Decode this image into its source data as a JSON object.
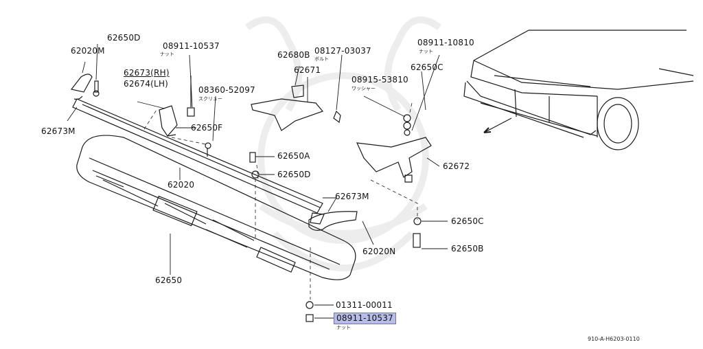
{
  "diagram": {
    "callouts": [
      {
        "id": "62020m",
        "part_no": "62020M"
      },
      {
        "id": "62650d-top",
        "part_no": "62650D"
      },
      {
        "id": "08911-10537-top",
        "part_no": "08911-10537",
        "note": "ナット"
      },
      {
        "id": "62673rh",
        "part_no": "62673(RH)"
      },
      {
        "id": "62674lh",
        "part_no": "62674(LH)"
      },
      {
        "id": "08360-52097",
        "part_no": "08360-52097",
        "note": "スクリュー"
      },
      {
        "id": "62650f",
        "part_no": "62650F"
      },
      {
        "id": "62673m-left",
        "part_no": "62673M"
      },
      {
        "id": "62680b",
        "part_no": "62680B"
      },
      {
        "id": "08127-03037",
        "part_no": "08127-03037",
        "note": "ボルト"
      },
      {
        "id": "62671",
        "part_no": "62671"
      },
      {
        "id": "08911-10810",
        "part_no": "08911-10810",
        "note": "ナット"
      },
      {
        "id": "08915-53810",
        "part_no": "08915-53810",
        "note": "ワッシャー"
      },
      {
        "id": "62650c-top",
        "part_no": "62650C"
      },
      {
        "id": "62650a",
        "part_no": "62650A"
      },
      {
        "id": "62650d-mid",
        "part_no": "62650D"
      },
      {
        "id": "62672",
        "part_no": "62672"
      },
      {
        "id": "62020",
        "part_no": "62020"
      },
      {
        "id": "62673m-right",
        "part_no": "62673M"
      },
      {
        "id": "62650c-bottom",
        "part_no": "62650C"
      },
      {
        "id": "62650b",
        "part_no": "62650B"
      },
      {
        "id": "62020n",
        "part_no": "62020N"
      },
      {
        "id": "62650",
        "part_no": "62650"
      },
      {
        "id": "01311-00011",
        "part_no": "01311-00011"
      },
      {
        "id": "08911-10537-bottom",
        "part_no": "08911-10537",
        "note": "ナット",
        "highlighted": true
      }
    ],
    "reference_code": "910-A-H6203-0110",
    "colors": {
      "line": "#1a1a1a",
      "highlight": "#b7bde6",
      "highlight_border": "#6a72b8",
      "watermark": "#ececec"
    }
  }
}
